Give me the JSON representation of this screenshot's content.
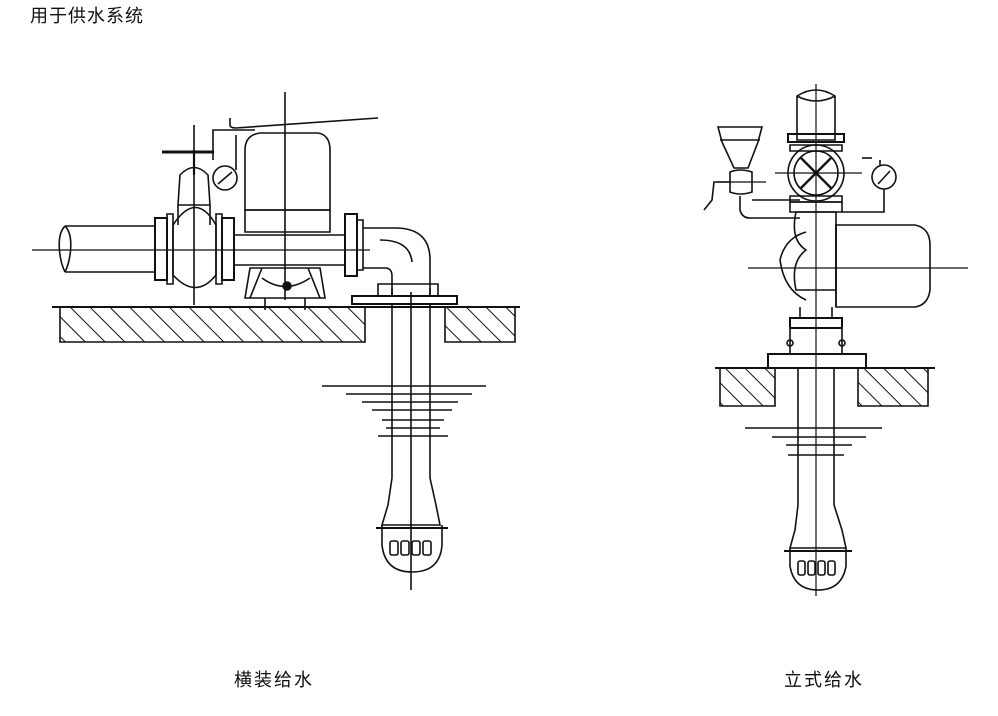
{
  "title": "用于供水系统",
  "captions": {
    "horizontal": "横装给水",
    "vertical": "立式给水"
  },
  "colors": {
    "line": "#111111",
    "background": "#ffffff"
  }
}
